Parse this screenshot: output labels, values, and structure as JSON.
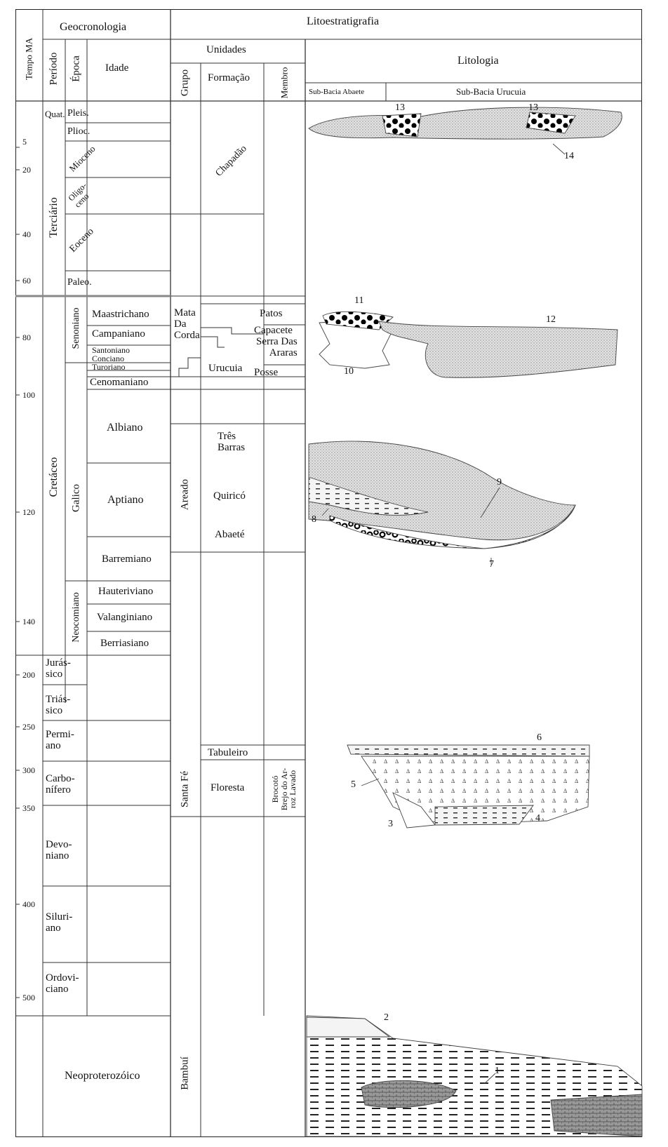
{
  "header": {
    "geocronologia": "Geocronologia",
    "litoestratigrafia": "Litoestratigrafia",
    "tempo": "Tempo MA",
    "periodo": "Período",
    "epoca": "Época",
    "idade": "Idade",
    "unidades": "Unidades",
    "grupo": "Grupo",
    "formacao": "Formação",
    "membro": "Membro",
    "litologia": "Litologia",
    "sub_abaete": "Sub-Bacia Abaete",
    "sub_urucuia": "Sub-Bacia Urucuia"
  },
  "time_ticks": [
    "5",
    "20",
    "40",
    "60",
    "80",
    "100",
    "120",
    "140",
    "200",
    "250",
    "300",
    "350",
    "400",
    "500"
  ],
  "periods": {
    "quat": "Quat.",
    "terciario": "Terciário",
    "cretaceo": "Cretáceo",
    "jurassico": "Jurás-\nsico",
    "triassico": "Triás-\nsico",
    "permiano": "Permi-\nano",
    "carbonifero": "Carbo-\nnífero",
    "devoniano": "Devo-\nniano",
    "siluriano": "Siluri-\nano",
    "ordoviciano": "Ordovi-\nciano",
    "neoproterozoico": "Neoproterozóico"
  },
  "epochs": {
    "pleis": "Pleis.",
    "plioc": "Plioc.",
    "mioceno": "Mioceno",
    "oligoceno": "Oligo-\nceno",
    "eoceno": "Eoceno",
    "paleo": "Paleo.",
    "senoniano": "Senoniano",
    "galico": "Galico",
    "neocomiano": "Neocomiano"
  },
  "ages": {
    "maastrichano": "Maastrichano",
    "campaniano": "Campaniano",
    "santoniano": "Santoniano",
    "conciano": "Conciano",
    "turoriano": "Turoriano",
    "cenomaniano": "Cenomaniano",
    "albiano": "Albiano",
    "aptiano": "Aptiano",
    "barremiano": "Barremiano",
    "hauteriviano": "Hauteriviano",
    "valanginiano": "Valanginiano",
    "berriasiano": "Berriasiano"
  },
  "units": {
    "chapadao": "Chapadão",
    "mata_da_corda": "Mata\nDa\nCorda",
    "urucuia": "Urucuia",
    "patos": "Patos",
    "capacete": "Capacete",
    "serra_das_araras": "Serra Das\nAraras",
    "posse": "Posse",
    "areado": "Areado",
    "tres_barras": "Três\nBarras",
    "quirico": "Quiricó",
    "abaete": "Abaeté",
    "santa_fe": "Santa Fé",
    "tabuleiro": "Tabuleiro",
    "floresta": "Floresta",
    "brocoto": "Brocotó\nBrejo do Ar-\nroz Lavado",
    "bambui": "Bambuí"
  },
  "lith_labels": [
    "1",
    "2",
    "3",
    "4",
    "5",
    "6",
    "7",
    "8",
    "9",
    "10",
    "11",
    "12",
    "13",
    "13",
    "14"
  ],
  "colors": {
    "line": "#333333",
    "stipple": "#b9b9b9",
    "conglomerate": "#000000"
  }
}
